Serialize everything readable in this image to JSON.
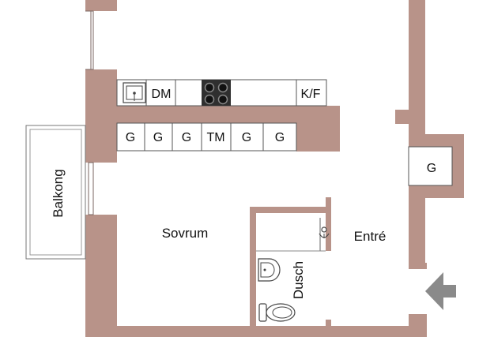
{
  "floorplan": {
    "rooms": {
      "balcony": "Balkong",
      "bedroom": "Sovrum",
      "entrance": "Entré",
      "shower": "Dusch"
    },
    "kitchen_upper": {
      "dishwasher": "DM",
      "fridge_freezer": "K/F"
    },
    "kitchen_lower": [
      "G",
      "G",
      "G",
      "TM",
      "G",
      "G"
    ],
    "entrance_closet": "G",
    "colors": {
      "wall": "#b89389",
      "fixture_outline": "#555555",
      "entry_arrow": "#8a8a8a"
    },
    "icons": [
      "sink-icon",
      "stove-icon",
      "washbasin-icon",
      "toilet-icon",
      "shower-head-icon",
      "entry-arrow-icon"
    ]
  }
}
